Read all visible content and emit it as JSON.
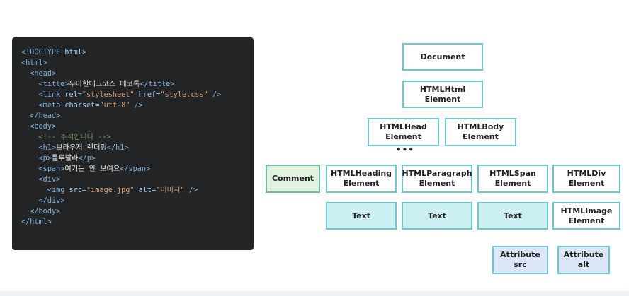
{
  "code": {
    "lines": [
      [
        {
          "t": "tag",
          "v": "<!DOCTYPE "
        },
        {
          "t": "attr",
          "v": "html"
        },
        {
          "t": "tag",
          "v": ">"
        }
      ],
      [
        {
          "t": "tag",
          "v": "<html>"
        }
      ],
      [
        {
          "t": "text",
          "v": "  "
        },
        {
          "t": "tag",
          "v": "<head>"
        }
      ],
      [
        {
          "t": "text",
          "v": "    "
        },
        {
          "t": "tag",
          "v": "<title>"
        },
        {
          "t": "text",
          "v": "우아한테크코스 테코톡"
        },
        {
          "t": "tag",
          "v": "</title>"
        }
      ],
      [
        {
          "t": "text",
          "v": "    "
        },
        {
          "t": "tag",
          "v": "<link "
        },
        {
          "t": "attr",
          "v": "rel="
        },
        {
          "t": "str",
          "v": "\"stylesheet\""
        },
        {
          "t": "attr",
          "v": " href="
        },
        {
          "t": "str",
          "v": "\"style.css\""
        },
        {
          "t": "tag",
          "v": " />"
        }
      ],
      [
        {
          "t": "text",
          "v": "    "
        },
        {
          "t": "tag",
          "v": "<meta "
        },
        {
          "t": "attr",
          "v": "charset="
        },
        {
          "t": "str",
          "v": "\"utf-8\""
        },
        {
          "t": "tag",
          "v": " />"
        }
      ],
      [
        {
          "t": "text",
          "v": "  "
        },
        {
          "t": "tag",
          "v": "</head>"
        }
      ],
      [
        {
          "t": "text",
          "v": "  "
        },
        {
          "t": "tag",
          "v": "<body>"
        }
      ],
      [
        {
          "t": "text",
          "v": "    "
        },
        {
          "t": "cmt",
          "v": "<!-- 주석입니다 -->"
        }
      ],
      [
        {
          "t": "text",
          "v": "    "
        },
        {
          "t": "tag",
          "v": "<h1>"
        },
        {
          "t": "text",
          "v": "브라우저 렌더링"
        },
        {
          "t": "tag",
          "v": "</h1>"
        }
      ],
      [
        {
          "t": "text",
          "v": "    "
        },
        {
          "t": "tag",
          "v": "<p>"
        },
        {
          "t": "text",
          "v": "룰루랄라"
        },
        {
          "t": "tag",
          "v": "</p>"
        }
      ],
      [
        {
          "t": "text",
          "v": "    "
        },
        {
          "t": "tag",
          "v": "<span>"
        },
        {
          "t": "text",
          "v": "여기는 안 보여요"
        },
        {
          "t": "tag",
          "v": "</span>"
        }
      ],
      [
        {
          "t": "text",
          "v": "    "
        },
        {
          "t": "tag",
          "v": "<div>"
        }
      ],
      [
        {
          "t": "text",
          "v": "      "
        },
        {
          "t": "tag",
          "v": "<img "
        },
        {
          "t": "attr",
          "v": "src="
        },
        {
          "t": "str",
          "v": "\"image.jpg\""
        },
        {
          "t": "attr",
          "v": " alt="
        },
        {
          "t": "str",
          "v": "\"이미지\""
        },
        {
          "t": "tag",
          "v": " />"
        }
      ],
      [
        {
          "t": "text",
          "v": "    "
        },
        {
          "t": "tag",
          "v": "</div>"
        }
      ],
      [
        {
          "t": "text",
          "v": "  "
        },
        {
          "t": "tag",
          "v": "</body>"
        }
      ],
      [
        {
          "t": "tag",
          "v": "</html>"
        }
      ]
    ]
  },
  "tree": {
    "document": "Document",
    "html": "HTMLHtml\nElement",
    "head": "HTMLHead\nElement",
    "body": "HTMLBody\nElement",
    "ellipsis": "•••",
    "comment": "Comment",
    "heading": "HTMLHeading\nElement",
    "paragraph": "HTMLParagraph\nElement",
    "span": "HTMLSpan\nElement",
    "div": "HTMLDiv\nElement",
    "text_heading": "Text",
    "text_paragraph": "Text",
    "text_span": "Text",
    "image": "HTMLImage\nElement",
    "attr_src": "Attribute\nsrc",
    "attr_alt": "Attribute\nalt"
  }
}
